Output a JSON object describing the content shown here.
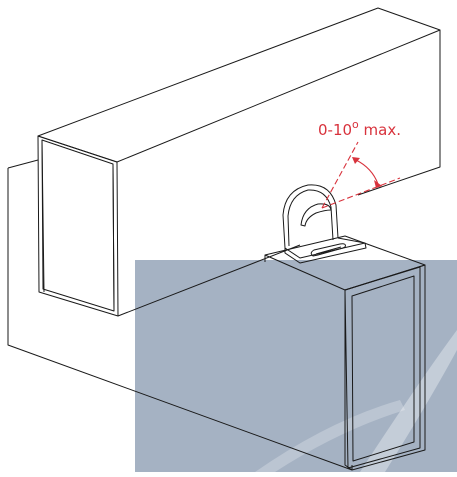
{
  "annotation": {
    "angle_prefix": "0-10",
    "degree_symbol": "o",
    "angle_suffix": " max."
  },
  "colors": {
    "line": "#1a1a1a",
    "annotation": "#d8323c",
    "overlay": "#a5b2c3",
    "background": "#ffffff"
  },
  "parts": {
    "beam_1": "upper-rectangular-tube",
    "beam_2": "lower-rectangular-tube",
    "bracket": "angle-adjustable-bracket",
    "fasteners": "bracket-slot"
  }
}
